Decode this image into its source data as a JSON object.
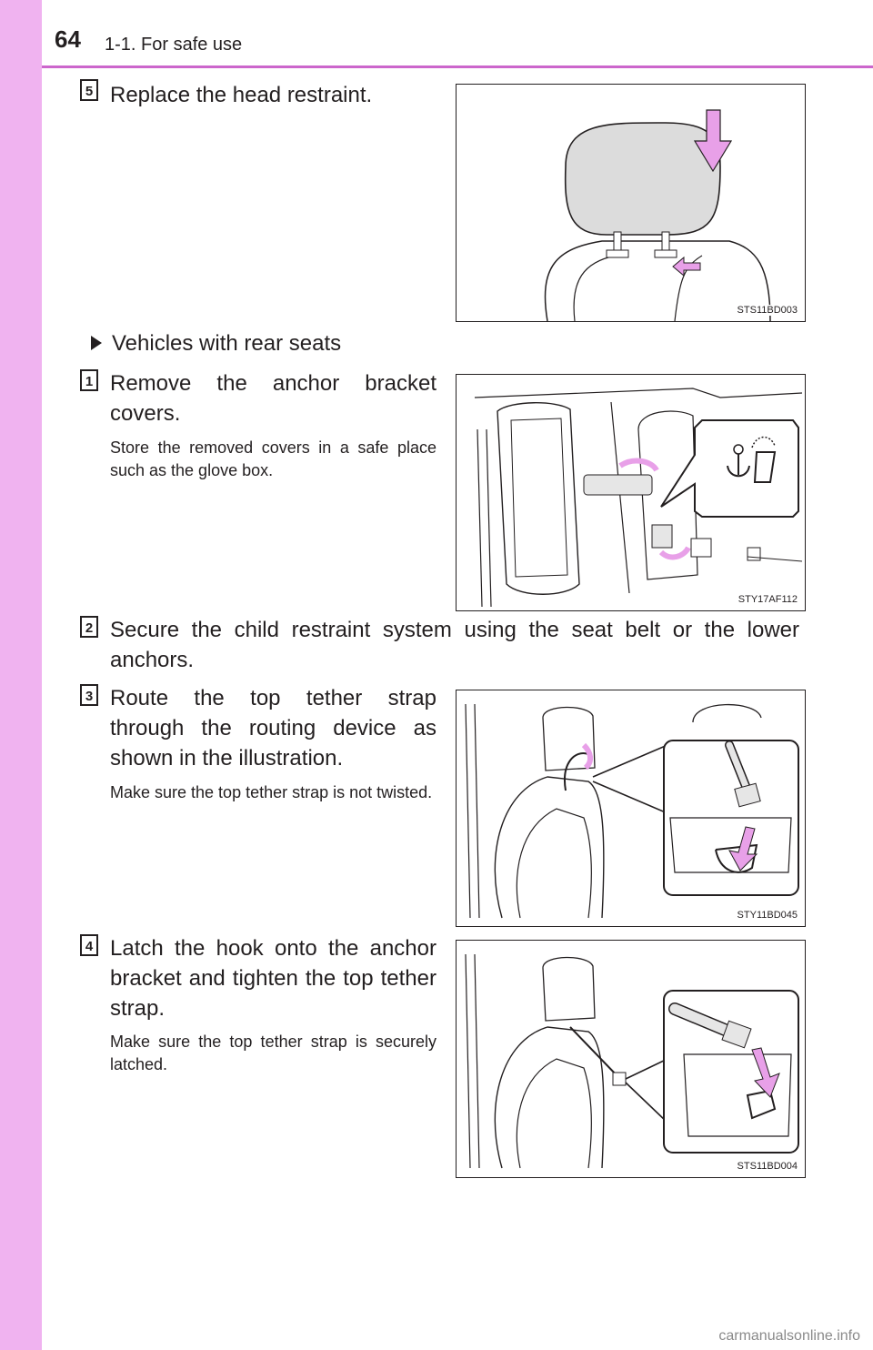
{
  "header": {
    "page_number": "64",
    "section": "1-1. For safe use"
  },
  "steps": [
    {
      "num": "5",
      "text": "Replace the head restraint.",
      "fig": "STS11BD003"
    },
    {
      "subheading": "Vehicles with rear seats"
    },
    {
      "num": "1",
      "text": "Remove the anchor bracket covers.",
      "note": "Store the removed covers in a safe place such as the glove box.",
      "fig": "STY17AF112"
    },
    {
      "num": "2",
      "text": "Secure the child restraint system using the seat belt or the lower anchors."
    },
    {
      "num": "3",
      "text": "Route the top tether strap through the routing device as shown in the illustration.",
      "note": "Make sure the top tether strap is not twisted.",
      "fig": "STY11BD045"
    },
    {
      "num": "4",
      "text": "Latch the hook onto the anchor bracket and tighten the top tether strap.",
      "note": "Make sure the top tether strap is securely latched.",
      "fig": "STS11BD004"
    }
  ],
  "watermark": "carmanualsonline.info",
  "colors": {
    "sidebar": "#f0b3f0",
    "rule": "#cc66cc",
    "arrow": "#e8a0e8"
  }
}
